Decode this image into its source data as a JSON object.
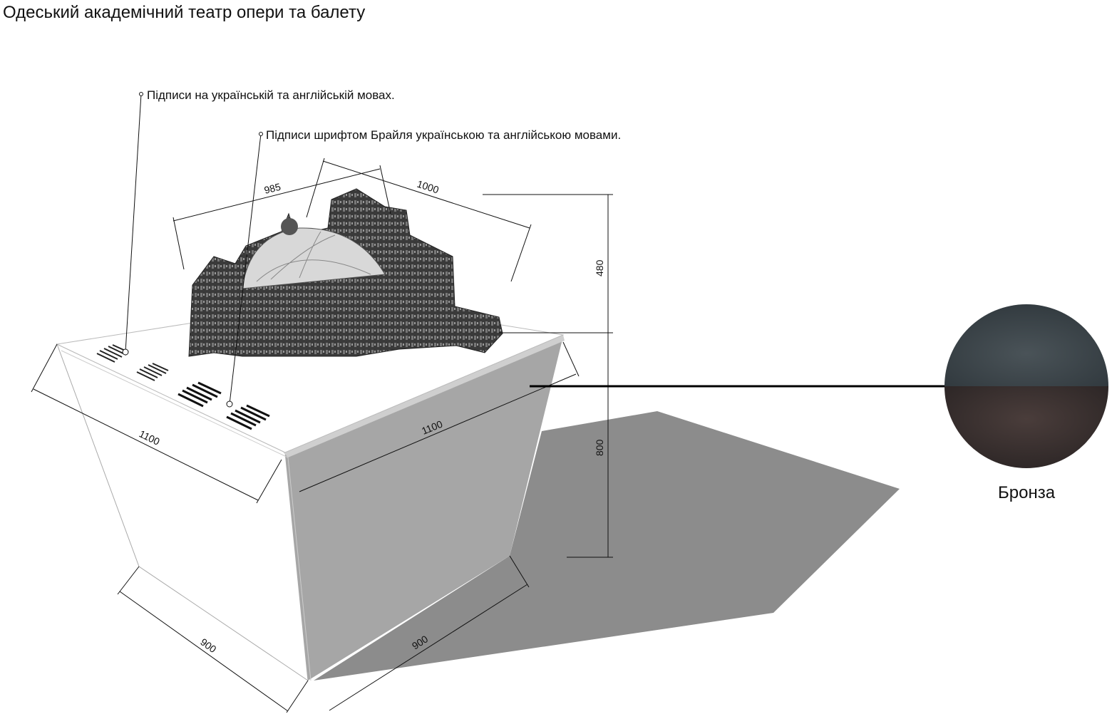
{
  "title": "Одеський академічний театр опери та балету",
  "notes": {
    "labels": "Підписи на українській та англійській мовах.",
    "braille": "Підписи шрифтом Брайля українською та англійською мовами."
  },
  "dimensions": {
    "top_left": "985",
    "top_right": "1000",
    "model_height": "480",
    "base_height": "800",
    "top_side_left": "1100",
    "top_side_right": "1100",
    "bottom_side_left": "900",
    "bottom_side_right": "900"
  },
  "material": {
    "label": "Бронза",
    "colors": {
      "top": "#3c454b",
      "bottom": "#3a3030"
    }
  }
}
